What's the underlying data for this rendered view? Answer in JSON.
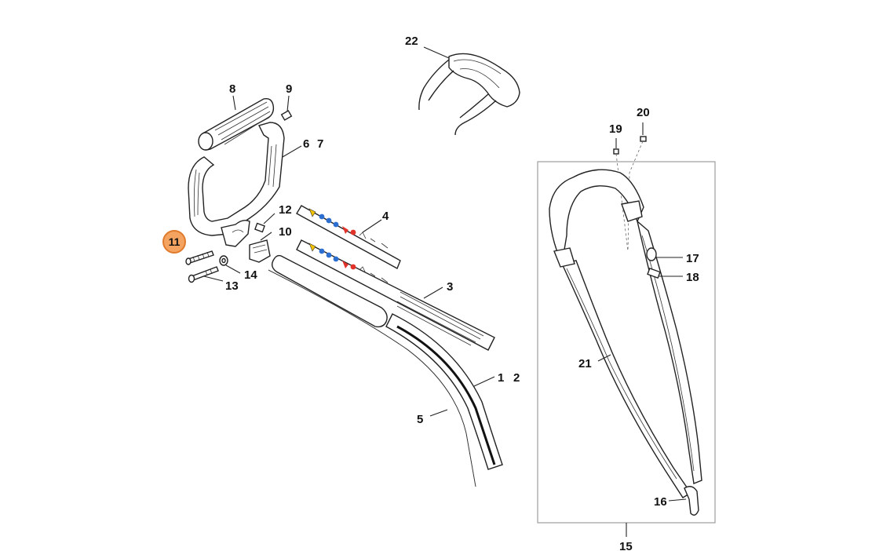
{
  "diagram": {
    "highlight_color": "#F4A460",
    "highlight_stroke": "#E07B2E",
    "selected_callout": "11",
    "callouts": [
      {
        "id": "1",
        "label": "1"
      },
      {
        "id": "2",
        "label": "2"
      },
      {
        "id": "3",
        "label": "3"
      },
      {
        "id": "4",
        "label": "4"
      },
      {
        "id": "5",
        "label": "5"
      },
      {
        "id": "6",
        "label": "6"
      },
      {
        "id": "7",
        "label": "7"
      },
      {
        "id": "8",
        "label": "8"
      },
      {
        "id": "9",
        "label": "9"
      },
      {
        "id": "10",
        "label": "10"
      },
      {
        "id": "11",
        "label": "11"
      },
      {
        "id": "12",
        "label": "12"
      },
      {
        "id": "13",
        "label": "13"
      },
      {
        "id": "14",
        "label": "14"
      },
      {
        "id": "15",
        "label": "15"
      },
      {
        "id": "16",
        "label": "16"
      },
      {
        "id": "17",
        "label": "17"
      },
      {
        "id": "18",
        "label": "18"
      },
      {
        "id": "19",
        "label": "19"
      },
      {
        "id": "20",
        "label": "20"
      },
      {
        "id": "21",
        "label": "21"
      },
      {
        "id": "22",
        "label": "22"
      }
    ]
  }
}
